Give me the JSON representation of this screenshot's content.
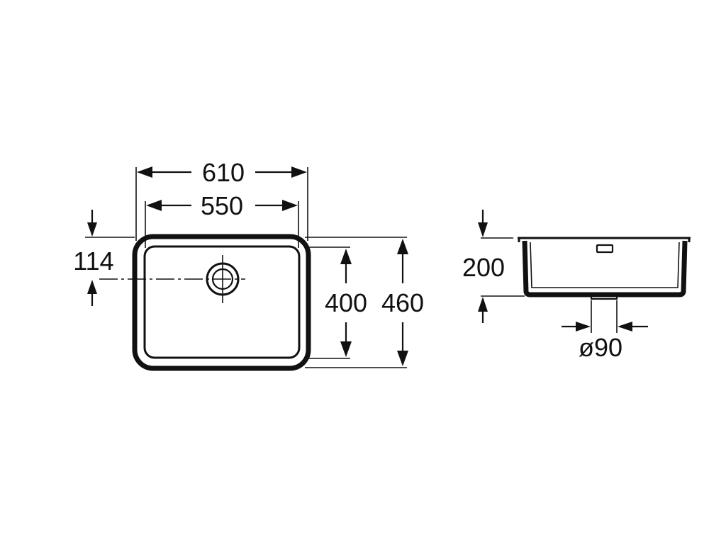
{
  "dimensions": {
    "overall_width": "610",
    "bowl_width": "550",
    "drain_offset": "114",
    "bowl_depth_length": "400",
    "overall_length": "460",
    "bowl_height": "200",
    "drain_diameter": "ø90"
  },
  "colors": {
    "line": "#111111",
    "background": "#ffffff"
  }
}
